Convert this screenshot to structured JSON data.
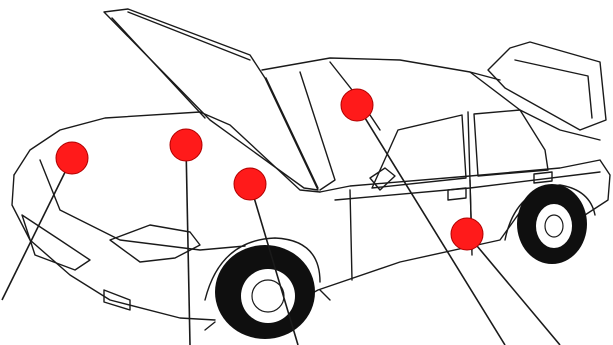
{
  "diagram": {
    "line_color": "#1a1a1a",
    "tire_color": "#0f0f0f",
    "marker_color": "#ff1a1a",
    "marker_outline": "#b00000",
    "markers": [
      {
        "name": "front-hood-left"
      },
      {
        "name": "front-hood-center"
      },
      {
        "name": "front-fender"
      },
      {
        "name": "roof"
      },
      {
        "name": "rear-door"
      }
    ]
  }
}
